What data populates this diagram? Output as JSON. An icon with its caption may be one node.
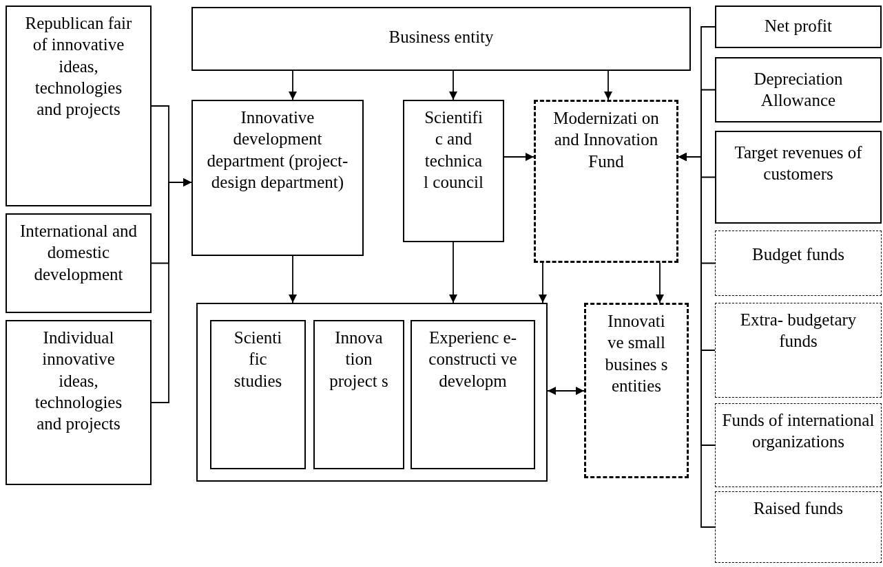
{
  "diagram": {
    "nodes": [
      {
        "text": [
          "Republican fair of innovative ideas, technologies and projects"
        ]
      },
      {
        "text": [
          "International and domestic development"
        ]
      },
      {
        "text": [
          "Individual innovative ideas, technologies and projects"
        ]
      },
      {
        "text": [
          "Business entity"
        ]
      },
      {
        "text": [
          "Innovative development department (project-design department)"
        ]
      },
      {
        "text": [
          "Scientifi c and technica l council"
        ]
      },
      {
        "text": [
          "Modernizati on and Innovation Fund"
        ]
      },
      {
        "text": [],
        "shape": "box"
      },
      {
        "text": [
          "Scienti fic studies"
        ],
        "in": 7
      },
      {
        "text": [
          "Innova tion project s"
        ],
        "in": 7
      },
      {
        "text": [
          "Experienc e- constructi ve developm"
        ],
        "in": 7
      },
      {
        "text": [
          "Innovati ve small busines s entities"
        ]
      },
      {
        "text": [
          "Net profit"
        ]
      },
      {
        "text": [
          "Depreciation Allowance"
        ]
      },
      {
        "text": [
          "Target revenues of customers"
        ]
      },
      {
        "text": [
          "Budget funds"
        ]
      },
      {
        "text": [
          "Extra- budgetary funds"
        ]
      },
      {
        "text": [
          "Funds of international organizations"
        ]
      },
      {
        "text": [
          "Raised funds"
        ]
      }
    ],
    "edges": [
      {
        "from": 0,
        "to": 4,
        "arrow": "to"
      },
      {
        "from": 1,
        "to": 4,
        "arrow": "to"
      },
      {
        "from": 2,
        "to": 4,
        "arrow": "to"
      },
      {
        "from": 3,
        "to": 4,
        "arrow": "to"
      },
      {
        "from": 3,
        "to": 5,
        "arrow": "to"
      },
      {
        "from": 3,
        "to": 6,
        "arrow": "to"
      },
      {
        "from": 5,
        "to": 6,
        "arrow": "to"
      },
      {
        "from": 4,
        "to": 7,
        "arrow": "to"
      },
      {
        "from": 5,
        "to": 7,
        "arrow": "to"
      },
      {
        "from": 6,
        "to": 7,
        "arrow": "to"
      },
      {
        "from": 6,
        "to": 11,
        "arrow": "to"
      },
      {
        "from": 7,
        "to": 11,
        "arrow": "both"
      },
      {
        "from": 12,
        "to": 6,
        "arrow": "to"
      },
      {
        "from": 13,
        "to": 6,
        "arrow": "to"
      },
      {
        "from": 14,
        "to": 6,
        "arrow": "to"
      },
      {
        "from": 15,
        "to": 6,
        "arrow": "to"
      },
      {
        "from": 16,
        "to": 6,
        "arrow": "to"
      },
      {
        "from": 17,
        "to": 6,
        "arrow": "to"
      },
      {
        "from": 18,
        "to": 6,
        "arrow": "to"
      }
    ]
  }
}
